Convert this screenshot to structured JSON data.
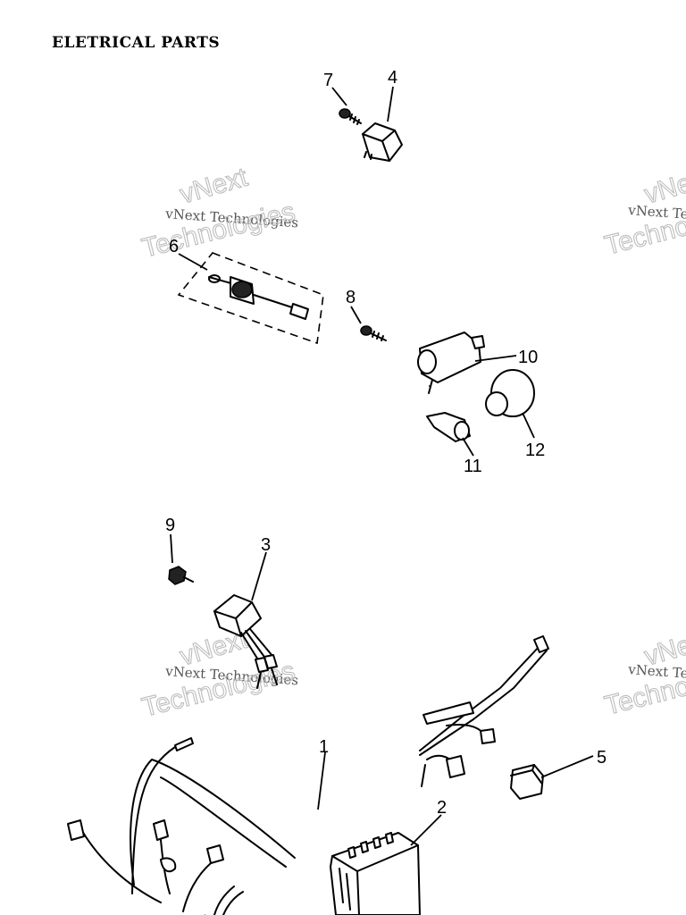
{
  "page": {
    "title": "ELETRICAL PARTS"
  },
  "callouts": {
    "c1": "1",
    "c2": "2",
    "c3": "3",
    "c4": "4",
    "c5": "5",
    "c6": "6",
    "c7": "7",
    "c8": "8",
    "c9": "9",
    "c10": "10",
    "c11": "11",
    "c12": "12"
  },
  "watermark": {
    "line1": "vNext Technologies",
    "line2": "vNext",
    "line3": "Technologies"
  }
}
